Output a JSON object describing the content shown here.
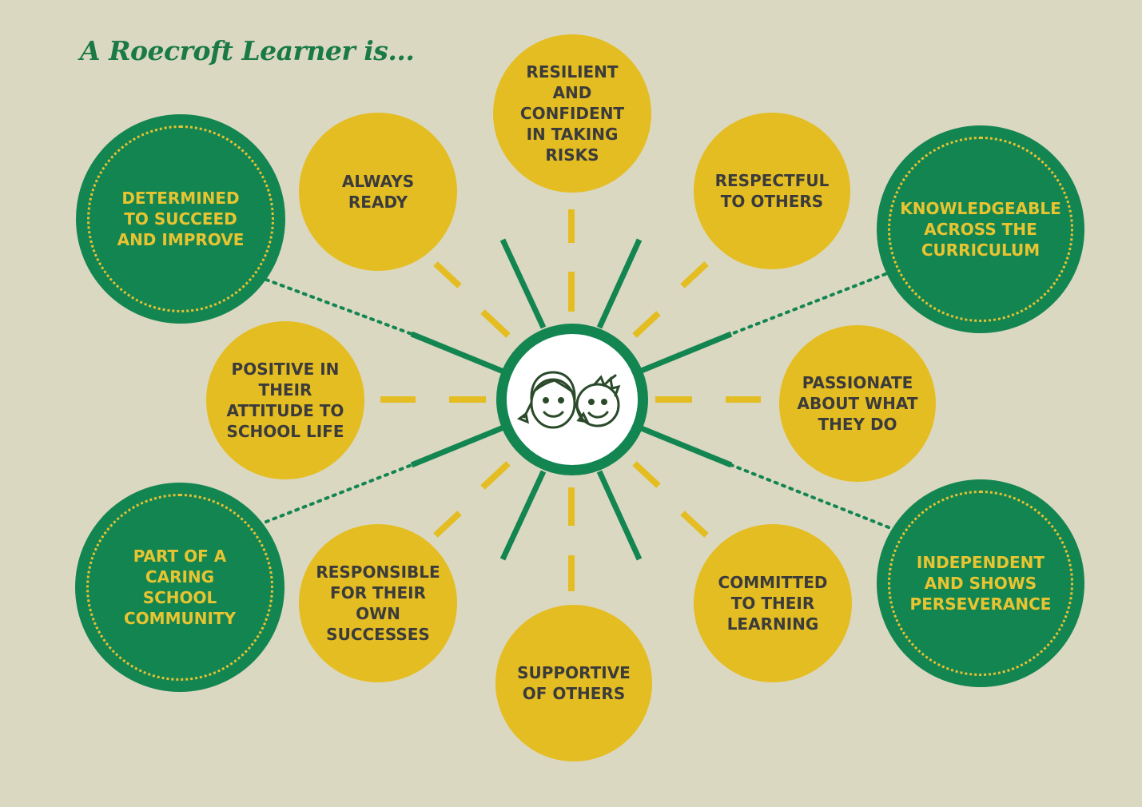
{
  "title": "A Roecroft Learner is...",
  "colors": {
    "background": "#dbd8c1",
    "green": "#138551",
    "yellow": "#e4bd22",
    "dark_text": "#3b3b3b",
    "yellow_text": "#e9c431"
  },
  "nodes": {
    "resilient": "RESILIENT\nAND\nCONFIDENT\nIN TAKING\nRISKS",
    "always_ready": "ALWAYS\nREADY",
    "respectful": "RESPECTFUL\nTO OTHERS",
    "determined": "DETERMINED\nTO SUCCEED\nAND IMPROVE",
    "knowledgeable": "KNOWLEDGEABLE\nACROSS THE\nCURRICULUM",
    "positive": "POSITIVE IN\nTHEIR\nATTITUDE TO\nSCHOOL LIFE",
    "passionate": "PASSIONATE\nABOUT WHAT\nTHEY DO",
    "caring": "PART OF A\nCARING\nSCHOOL\nCOMMUNITY",
    "responsible": "RESPONSIBLE\nFOR THEIR\nOWN\nSUCCESSES",
    "committed": "COMMITTED\nTO THEIR\nLEARNING",
    "independent": "INDEPENDENT\nAND SHOWS\nPERSEVERANCE",
    "supportive": "SUPPORTIVE\nOF OTHERS"
  },
  "center_icon": "children-faces-icon"
}
